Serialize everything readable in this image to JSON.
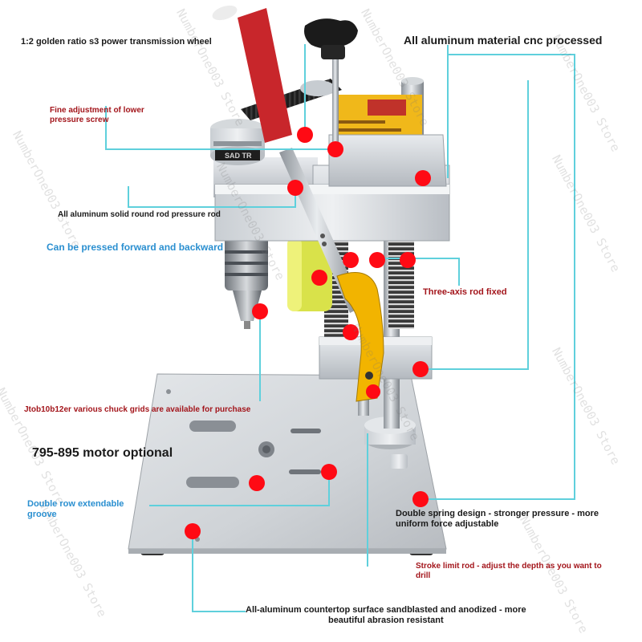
{
  "labels": {
    "golden_ratio_wheel": "1:2 golden ratio s3 power transmission wheel",
    "aluminum_cnc": "All aluminum material cnc processed",
    "fine_adjustment_line1": "Fine adjustment of lower",
    "fine_adjustment_line2": "pressure screw",
    "solid_round_rod": "All aluminum solid round rod pressure rod",
    "pressed_forward_backward": "Can be pressed forward and backward",
    "three_axis_rod": "Three-axis rod fixed",
    "chuck_grids": "Jtob10b12er various chuck grids are available for purchase",
    "motor_optional": "795-895 motor optional",
    "groove_line1": "Double row extendable",
    "groove_line2": "groove",
    "double_spring_line1": "Double spring design - stronger pressure - more",
    "double_spring_line2": "uniform force adjustable",
    "stroke_limit_line1": "Stroke limit rod - adjust the depth as you want to",
    "stroke_limit_line2": "drill",
    "countertop_line1": "All-aluminum countertop surface sandblasted and anodized - more",
    "countertop_line2": "beautiful abrasion resistant"
  },
  "photo_text": {
    "head_tag": "SAD TR"
  },
  "watermark": "NumberOne003 Store",
  "colors": {
    "leader_line": "#5fd0dc",
    "marker": "#ff0a14",
    "label_dark": "#1a1a1a",
    "label_red": "#a3151b",
    "label_blue": "#2a8fd0"
  }
}
